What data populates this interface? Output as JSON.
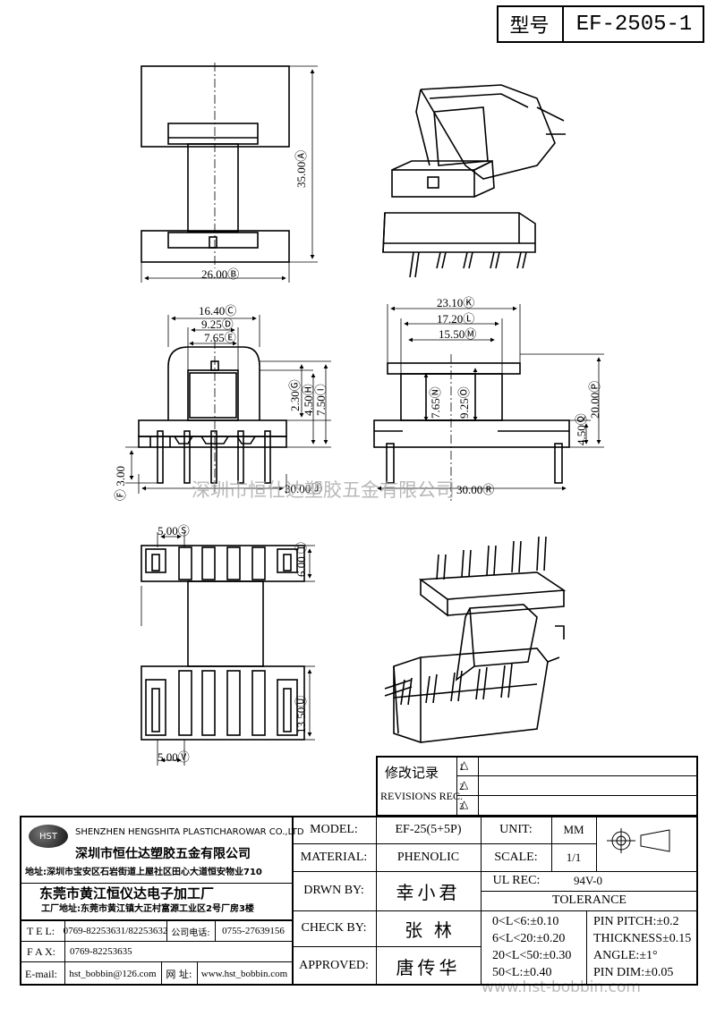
{
  "header": {
    "model_label": "型号",
    "model_value": "EF-2505-1"
  },
  "dimensions": {
    "A": "35.00",
    "B": "26.00",
    "C": "16.40",
    "D": "9.25",
    "E": "7.65",
    "G": "2.30",
    "H": "4.50",
    "I": "7.50",
    "F": "3.00",
    "J": "30.00",
    "K": "23.10",
    "L": "17.20",
    "M": "15.50",
    "N": "7.65",
    "O": "9.25",
    "P": "20.00",
    "Q": "4.50",
    "R": "30.00",
    "S": "5.00",
    "T": "6.00",
    "U": "13.50",
    "V": "5.00"
  },
  "marks": {
    "A": "Ⓐ",
    "B": "Ⓑ",
    "C": "Ⓒ",
    "D": "Ⓓ",
    "E": "Ⓔ",
    "F": "Ⓕ",
    "G": "Ⓖ",
    "H": "Ⓗ",
    "I": "Ⓘ",
    "J": "Ⓙ",
    "K": "Ⓚ",
    "L": "Ⓛ",
    "M": "Ⓜ",
    "N": "Ⓝ",
    "O": "Ⓞ",
    "P": "Ⓟ",
    "Q": "Ⓠ",
    "R": "Ⓡ",
    "S": "Ⓢ",
    "T": "Ⓣ",
    "U": "Ⓤ",
    "V": "Ⓥ"
  },
  "watermark": "深圳市恒仕达塑胶五金有限公司",
  "watermark2": "www.hst-bobbin.com",
  "revisions": {
    "title": "修改记录",
    "subtitle": "REVISIONS REC.",
    "rows": [
      "1",
      "2",
      "3"
    ]
  },
  "company": {
    "logo": "HST",
    "name_en": "SHENZHEN HENGSHITA PLASTICHAROWAR CO.,LTD",
    "name_cn": "深圳市恒仕达塑胶五金有限公司",
    "address": "地址:深圳市宝安区石岩街道上屋社区田心大道恒安物业710",
    "factory": "东莞市黄江恒仪达电子加工厂",
    "factory_address": "工厂地址:东莞市黄江镇大正村富源工业区2号厂房3楼"
  },
  "contact": {
    "tel_label": "T E L:",
    "tel": "0769-82253631/82253632",
    "phone_label": "公司电话:",
    "phone": "0755-27639156",
    "fax_label": "F A X:",
    "fax": "0769-82253635",
    "email_label": "E-mail:",
    "email": "hst_bobbin@126.com",
    "web_label": "网 址:",
    "web": "www.hst_bobbin.com"
  },
  "spec": {
    "model_label": "MODEL:",
    "model": "EF-25(5+5P)",
    "material_label": "MATERIAL:",
    "material": "PHENOLIC",
    "drawn_label": "DRWN BY:",
    "drawn": "幸小君",
    "check_label": "CHECK BY:",
    "check": "张  林",
    "approved_label": "APPROVED:",
    "approved": "唐传华",
    "unit_label": "UNIT:",
    "unit": "MM",
    "scale_label": "SCALE:",
    "scale": "1/1",
    "ul_label": "UL REC:",
    "ul": "94V-0",
    "tolerance_label": "TOLERANCE"
  },
  "tolerance": {
    "left": [
      "0<L<6:±0.10",
      "6<L<20:±0.20",
      "20<L<50:±0.30",
      "50<L:±0.40"
    ],
    "right": [
      "PIN PITCH:±0.2",
      "THICKNESS±0.15",
      "ANGLE:±1°",
      "PIN DIM:±0.05"
    ]
  }
}
